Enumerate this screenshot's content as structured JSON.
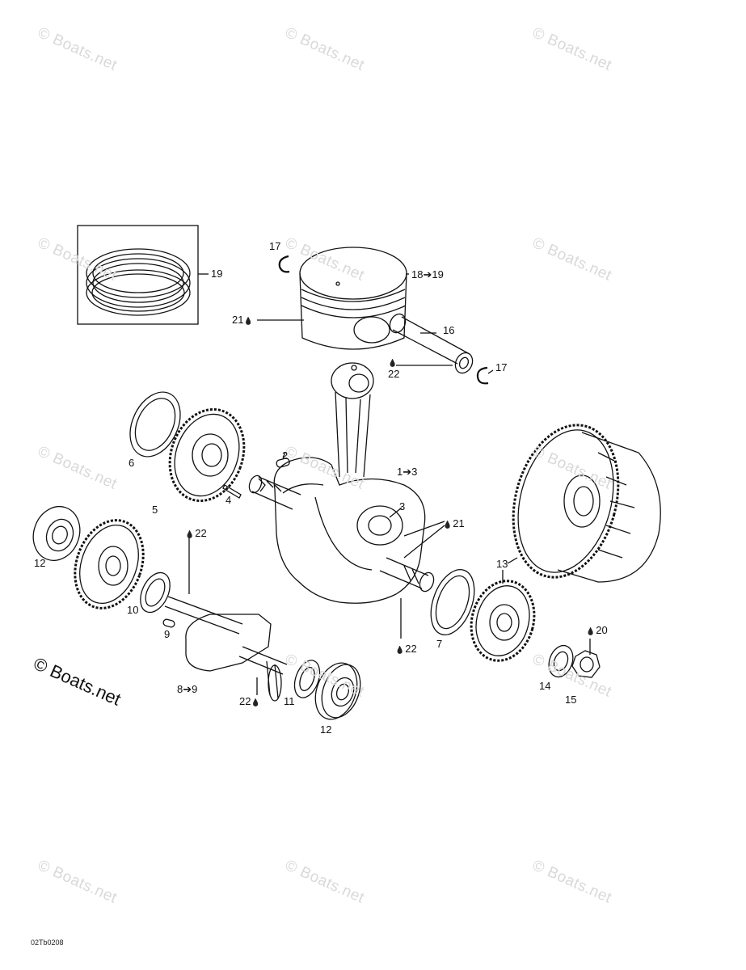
{
  "watermark": {
    "text": "© Boats.net"
  },
  "diagram_code": "02Tb0208",
  "callouts": {
    "c1_3": "1➔3",
    "c2": "2",
    "c3": "3",
    "c4": "4",
    "c5": "5",
    "c6": "6",
    "c7": "7",
    "c8_9": "8➔9",
    "c9": "9",
    "c10": "10",
    "c11": "11",
    "c12a": "12",
    "c12b": "12",
    "c13": "13",
    "c14": "14",
    "c15": "15",
    "c16": "16",
    "c17a": "17",
    "c17b": "17",
    "c18_19": "18➔19",
    "c19": "19",
    "c20": "20",
    "c21a": "21",
    "c21b": "21",
    "c22a": "22",
    "c22b": "22",
    "c22c": "22",
    "c22d": "22"
  },
  "colors": {
    "line": "#111111",
    "watermark": "#d9d9d9"
  }
}
